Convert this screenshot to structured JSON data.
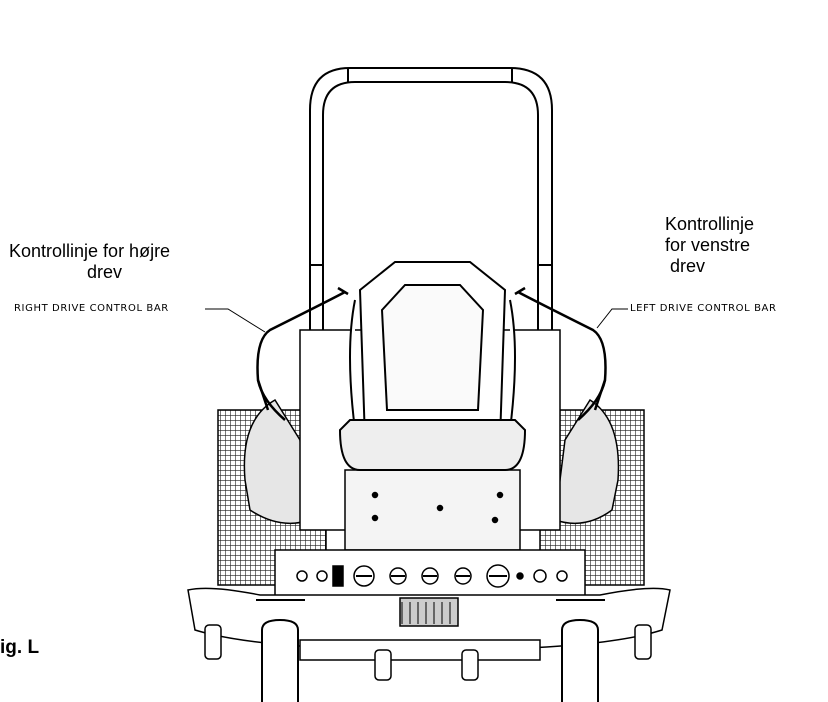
{
  "labels": {
    "right_da_line1": "Kontrollinje for højre",
    "right_da_line2": "drev",
    "right_en": "RIGHT DRIVE CONTROL BAR",
    "left_da_line1": "Kontrollinje",
    "left_da_line2": "for venstre",
    "left_da_line3": "drev",
    "left_en": "LEFT DRIVE CONTROL BAR"
  },
  "figure_label": "ig. L"
}
